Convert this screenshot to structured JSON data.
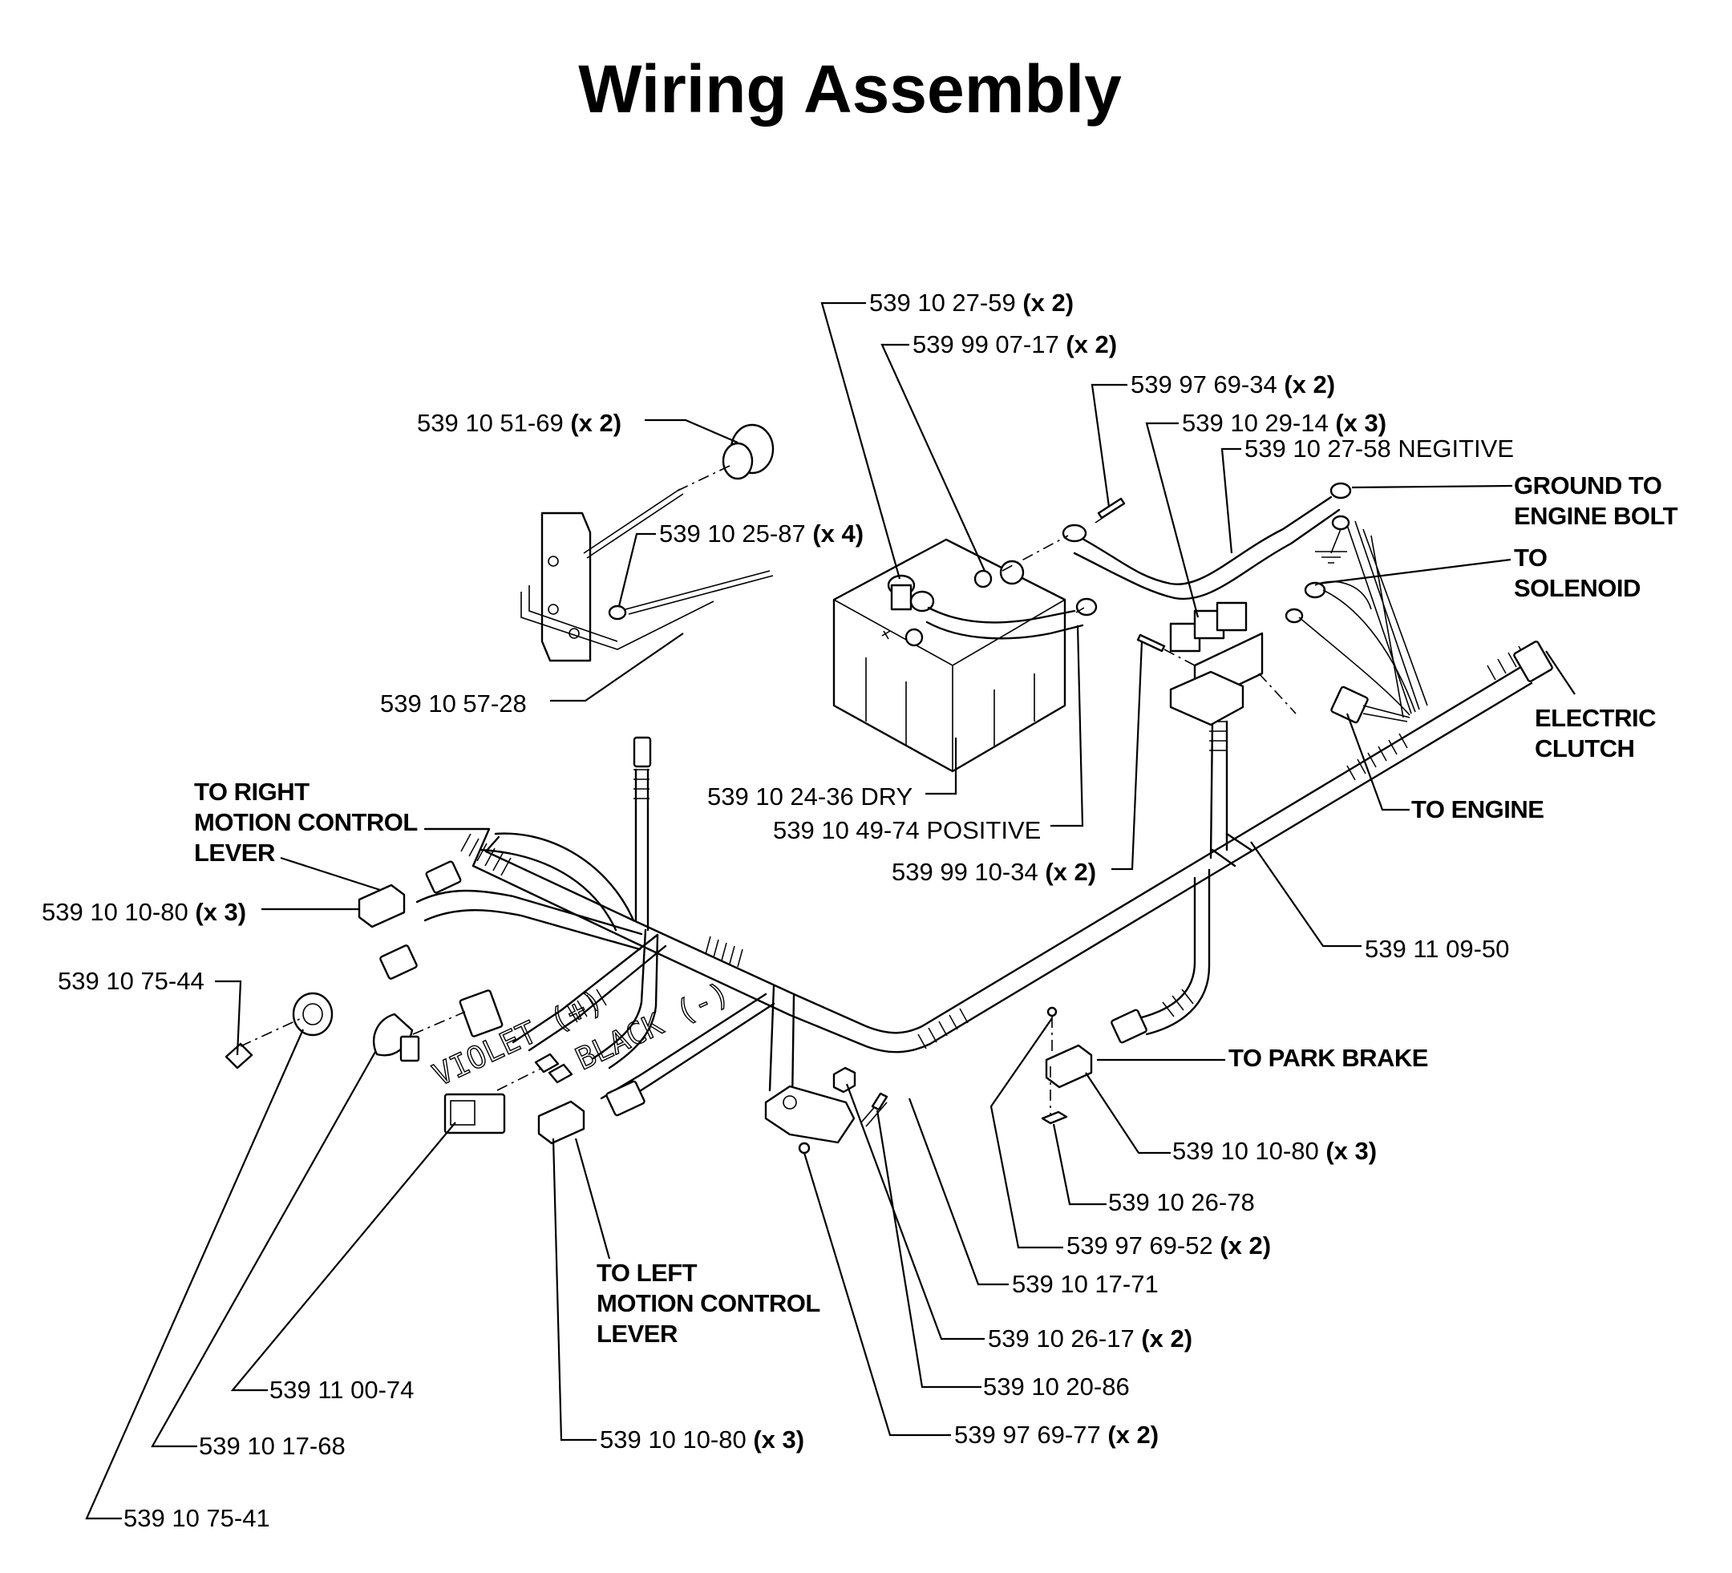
{
  "title": "Wiring Assembly",
  "labels": {
    "l_102759": {
      "num": "539 10 27-59",
      "qty": "(x 2)"
    },
    "l_990717": {
      "num": "539 99 07-17",
      "qty": "(x 2)"
    },
    "l_976934": {
      "num": "539 97 69-34",
      "qty": "(x 2)"
    },
    "l_102914": {
      "num": "539 10 29-14",
      "qty": "(x 3)"
    },
    "l_102758": {
      "num": "539 10 27-58 NEGITIVE",
      "qty": ""
    },
    "l_105169": {
      "num": "539 10 51-69",
      "qty": "(x 2)"
    },
    "l_102587": {
      "num": "539 10 25-87",
      "qty": "(x 4)"
    },
    "l_105728": {
      "num": "539 10 57-28",
      "qty": ""
    },
    "l_102436": {
      "num": "539 10 24-36 DRY",
      "qty": ""
    },
    "l_104974": {
      "num": "539 10 49-74 POSITIVE",
      "qty": ""
    },
    "l_991034": {
      "num": "539 99 10-34",
      "qty": "(x 2)"
    },
    "l_110950": {
      "num": "539 11 09-50",
      "qty": ""
    },
    "l_101080a": {
      "num": "539 10 10-80",
      "qty": "(x 3)"
    },
    "l_107544": {
      "num": "539 10 75-44",
      "qty": ""
    },
    "l_101080b": {
      "num": "539 10 10-80",
      "qty": "(x 3)"
    },
    "l_102678": {
      "num": "539 10 26-78",
      "qty": ""
    },
    "l_976952": {
      "num": "539 97 69-52",
      "qty": "(x 2)"
    },
    "l_101771": {
      "num": "539 10 17-71",
      "qty": ""
    },
    "l_102617": {
      "num": "539 10 26-17",
      "qty": "(x 2)"
    },
    "l_102086": {
      "num": "539 10 20-86",
      "qty": ""
    },
    "l_976977": {
      "num": "539 97 69-77",
      "qty": "(x 2)"
    },
    "l_101080c": {
      "num": "539 10 10-80",
      "qty": "(x 3)"
    },
    "l_110074": {
      "num": "539 11 00-74",
      "qty": ""
    },
    "l_101768": {
      "num": "539 10 17-68",
      "qty": ""
    },
    "l_107541": {
      "num": "539 10 75-41",
      "qty": ""
    }
  },
  "notes": {
    "ground_1": "GROUND TO",
    "ground_2": "ENGINE BOLT",
    "solenoid_1": "TO",
    "solenoid_2": "SOLENOID",
    "clutch_1": "ELECTRIC",
    "clutch_2": "CLUTCH",
    "engine": "TO ENGINE",
    "park_brake": "TO PARK BRAKE",
    "right_1": "TO RIGHT",
    "right_2": "MOTION CONTROL",
    "right_3": "LEVER",
    "left_1": "TO LEFT",
    "left_2": "MOTION CONTROL",
    "left_3": "LEVER"
  },
  "wire_marks": {
    "violet": "VIOLET (+)",
    "black": "BLACK (-)"
  }
}
